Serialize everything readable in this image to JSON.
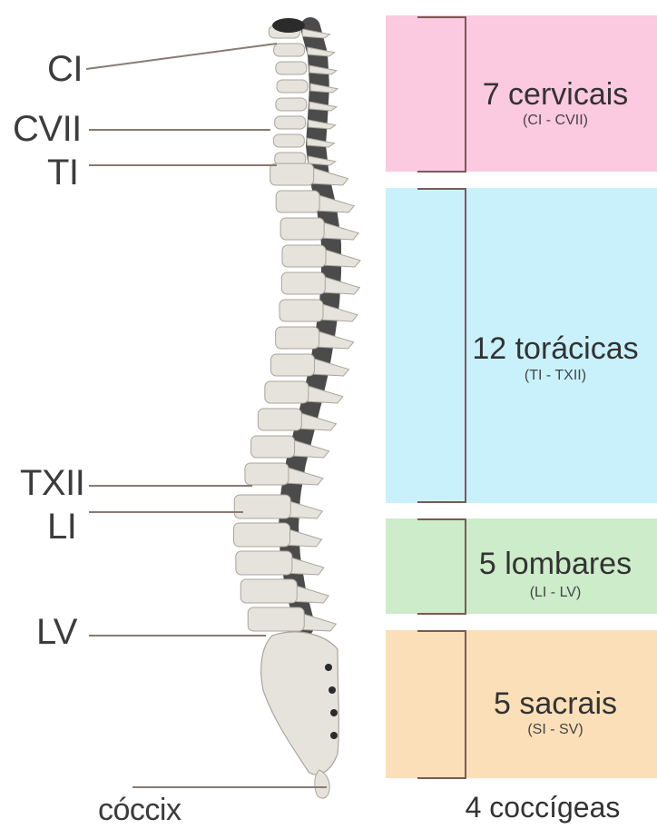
{
  "diagram": {
    "vertebra_labels": {
      "c1": "CI",
      "c7": "CVII",
      "t1": "TI",
      "t12": "TXII",
      "l1": "LI",
      "l5": "LV",
      "coccyx": "cóccix"
    },
    "regions": [
      {
        "key": "cervical",
        "title": "7 cervicais",
        "range": "(CI - CVII)",
        "color": "#fbc9e0"
      },
      {
        "key": "thoracic",
        "title": "12 torácicas",
        "range": "(TI - TXII)",
        "color": "#c9f1fb"
      },
      {
        "key": "lumbar",
        "title": "5 lombares",
        "range": "(LI - LV)",
        "color": "#cdecca"
      },
      {
        "key": "sacral",
        "title": "5 sacrais",
        "range": "(SI - SV)",
        "color": "#fbdfb8"
      }
    ],
    "coccygeal_label": "4 coccígeas",
    "colors": {
      "bone": "#e6e3dc",
      "bone_shadow": "#2b2b2b",
      "leader_line": "#8a7a72",
      "bracket": "#7a5a55"
    }
  }
}
